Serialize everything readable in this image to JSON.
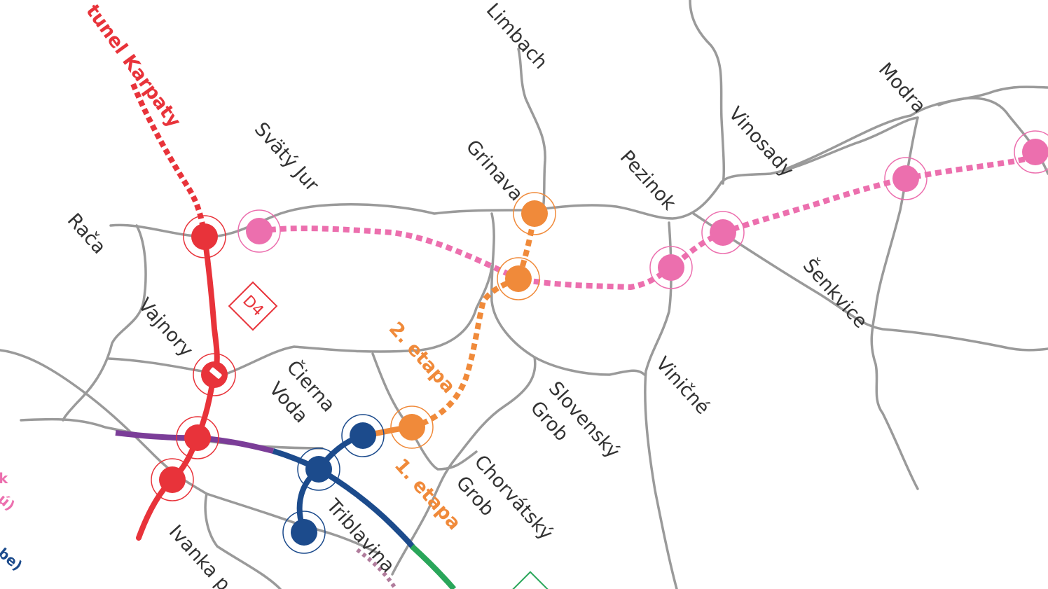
{
  "colors": {
    "road": "#9a9a9a",
    "red_line": "#e8333a",
    "pink_line": "#ec6fae",
    "orange_line": "#f08a3a",
    "blue_line": "#1c4b8c",
    "purple_line": "#7b3d98",
    "green_line": "#2aa65a",
    "mauve_dotted": "#b07c9c"
  },
  "labels": {
    "tunel": "tunel Karpaty",
    "d4": "D4",
    "etapa2": "2. etapa",
    "etapa1": "1. etapa",
    "limbach": "Limbach",
    "modra": "Modra",
    "vinosady": "Vinosady",
    "svaty_jur": "Svätý Jur",
    "grinava": "Grinava",
    "pezinok": "Pezinok",
    "raca": "Rača",
    "senkvice": "Šenkvice",
    "vajnory": "Vajnory",
    "cierna": "Čierna",
    "voda": "Voda",
    "slovensky": "Slovenský",
    "grob1": "Grob",
    "vinicne": "Viničné",
    "chorvatsky": "Chorvátský",
    "grob2": "Grob",
    "triblavina": "Triblavina",
    "ivanka": "Ivanka p",
    "edge_k": "k",
    "edge_paren": "ú)",
    "edge_be": "be)"
  },
  "icons": {
    "d4_marker": "d4-highway-diamond-icon",
    "interchange": "interchange-icon",
    "green_marker": "green-diamond-icon"
  }
}
